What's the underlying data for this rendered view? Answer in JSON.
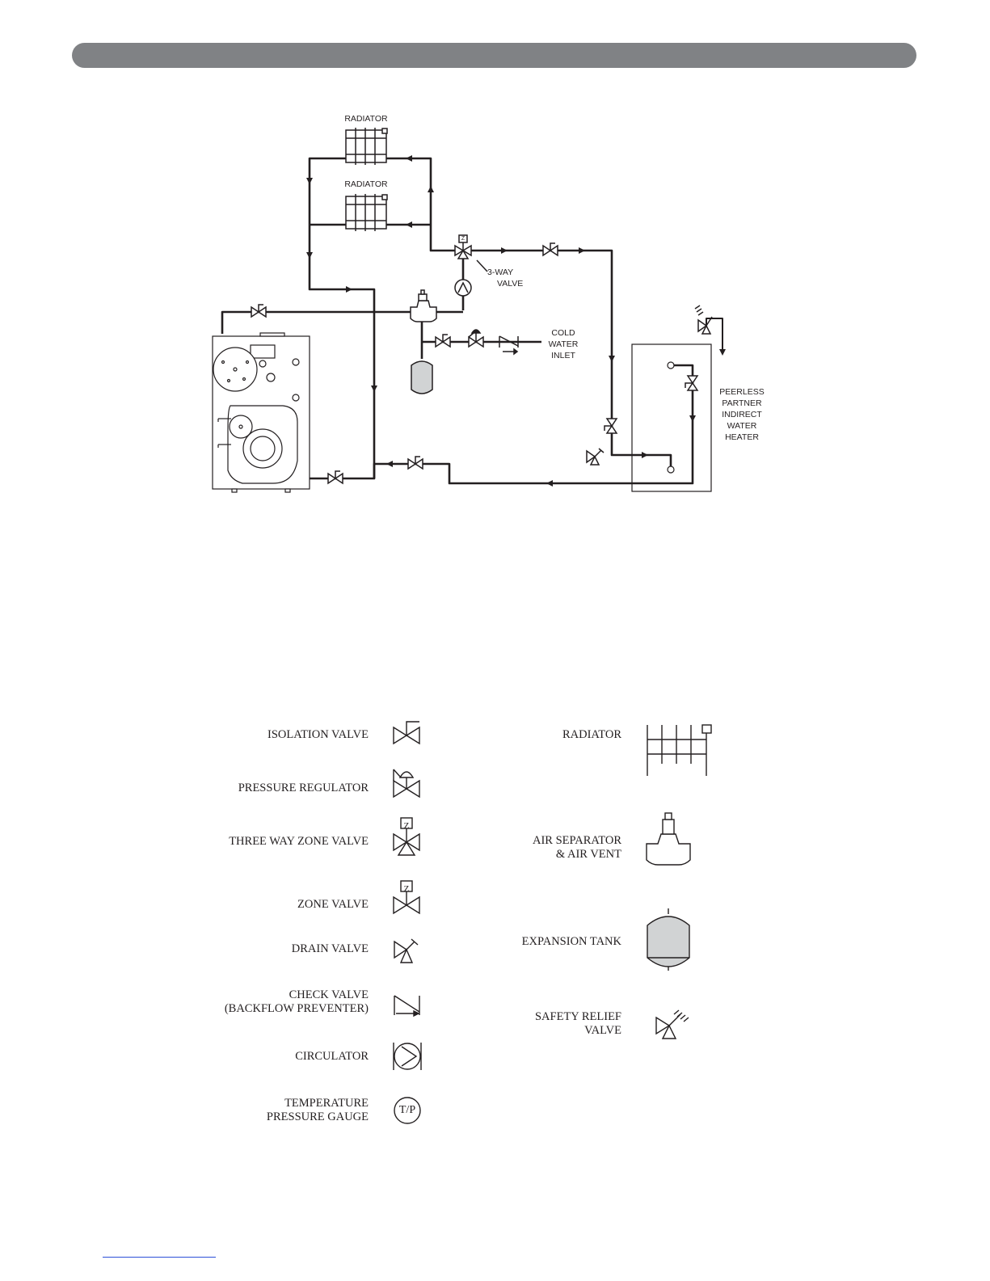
{
  "diagram": {
    "radiator_top": "RADIATOR",
    "radiator_bottom": "RADIATOR",
    "three_way_valve": [
      "3-WAY",
      "VALVE"
    ],
    "cold_water_inlet": [
      "COLD",
      "WATER",
      "INLET"
    ],
    "water_heater": [
      "PEERLESS",
      "PARTNER",
      "INDIRECT",
      "WATER",
      "HEATER"
    ],
    "zone_valve_letter": "Z"
  },
  "legend": {
    "isolation_valve": "ISOLATION VALVE",
    "pressure_regulator": "PRESSURE REGULATOR",
    "three_way_zone_valve": "THREE WAY ZONE VALVE",
    "zone_valve": "ZONE VALVE",
    "drain_valve": "DRAIN VALVE",
    "check_valve": [
      "CHECK VALVE",
      "(BACKFLOW PREVENTER)"
    ],
    "circulator": "CIRCULATOR",
    "temp_pressure_gauge": [
      "TEMPERATURE",
      "PRESSURE GAUGE"
    ],
    "radiator": "RADIATOR",
    "air_separator": [
      "AIR SEPARATOR",
      "& AIR VENT"
    ],
    "expansion_tank": "EXPANSION TANK",
    "safety_relief_valve": [
      "SAFETY RELIEF",
      "VALVE"
    ],
    "gauge_symbol_text": "T/P",
    "zone_symbol_text": "Z"
  },
  "colors": {
    "header_bar": "#808285",
    "line": "#231f20",
    "tank_fill": "#d1d3d4",
    "link": "#2b4fd8"
  }
}
